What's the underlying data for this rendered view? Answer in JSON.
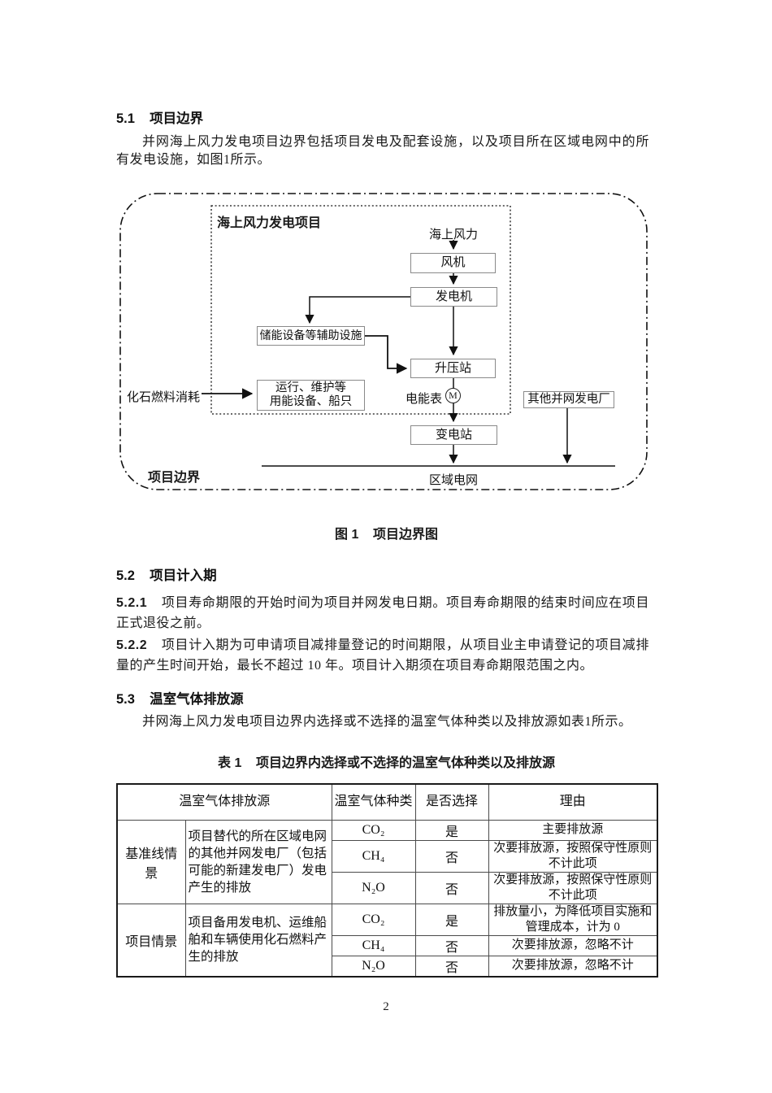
{
  "sections": {
    "s51": {
      "num": "5.1",
      "title": "项目边界",
      "para": "并网海上风力发电项目边界包括项目发电及配套设施，以及项目所在区域电网中的所有发电设施，如图1所示。"
    },
    "s52": {
      "num": "5.2",
      "title": "项目计入期",
      "c521_num": "5.2.1",
      "c521_text": "项目寿命期限的开始时间为项目并网发电日期。项目寿命期限的结束时间应在项目正式退役之前。",
      "c522_num": "5.2.2",
      "c522_text": "项目计入期为可申请项目减排量登记的时间期限，从项目业主申请登记的项目减排量的产生时间开始，最长不超过 10 年。项目计入期须在项目寿命期限范围之内。"
    },
    "s53": {
      "num": "5.3",
      "title": "温室气体排放源",
      "para": "并网海上风力发电项目边界内选择或不选择的温室气体种类以及排放源如表1所示。"
    }
  },
  "figure": {
    "caption_label": "图 1",
    "caption_title": "项目边界图",
    "project_title": "海上风力发电项目",
    "boundary_label": "项目边界",
    "nodes": {
      "offshore_wind": "海上风力",
      "wind_turbine": "风机",
      "generator": "发电机",
      "storage": "储能设备等辅助设施",
      "booster_station": "升压站",
      "operation_line1": "运行、维护等",
      "operation_line2": "用能设备、船只",
      "fossil_fuel": "化石燃料消耗",
      "meter_label": "电能表",
      "meter_symbol": "M",
      "other_plants": "其他并网发电厂",
      "substation": "变电站",
      "regional_grid": "区域电网"
    }
  },
  "table": {
    "caption_label": "表 1",
    "caption_title": "项目边界内选择或不选择的温室气体种类以及排放源",
    "headers": [
      "温室气体排放源",
      "温室气体种类",
      "是否选择",
      "理由"
    ],
    "groups": [
      {
        "scenario": "基准线情景",
        "source": "项目替代的所在区域电网的其他并网发电厂（包括可能的新建发电厂）发电产生的排放",
        "rows": [
          {
            "gas": "CO₂",
            "selected": "是",
            "reason": "主要排放源"
          },
          {
            "gas": "CH₄",
            "selected": "否",
            "reason": "次要排放源，按照保守性原则不计此项"
          },
          {
            "gas": "N₂O",
            "selected": "否",
            "reason": "次要排放源，按照保守性原则不计此项"
          }
        ]
      },
      {
        "scenario": "项目情景",
        "source": "项目备用发电机、运维船舶和车辆使用化石燃料产生的排放",
        "rows": [
          {
            "gas": "CO₂",
            "selected": "是",
            "reason": "排放量小，为降低项目实施和管理成本，计为 0"
          },
          {
            "gas": "CH₄",
            "selected": "否",
            "reason": "次要排放源，忽略不计"
          },
          {
            "gas": "N₂O",
            "selected": "否",
            "reason": "次要排放源，忽略不计"
          }
        ]
      }
    ]
  },
  "page": {
    "number": "2"
  }
}
